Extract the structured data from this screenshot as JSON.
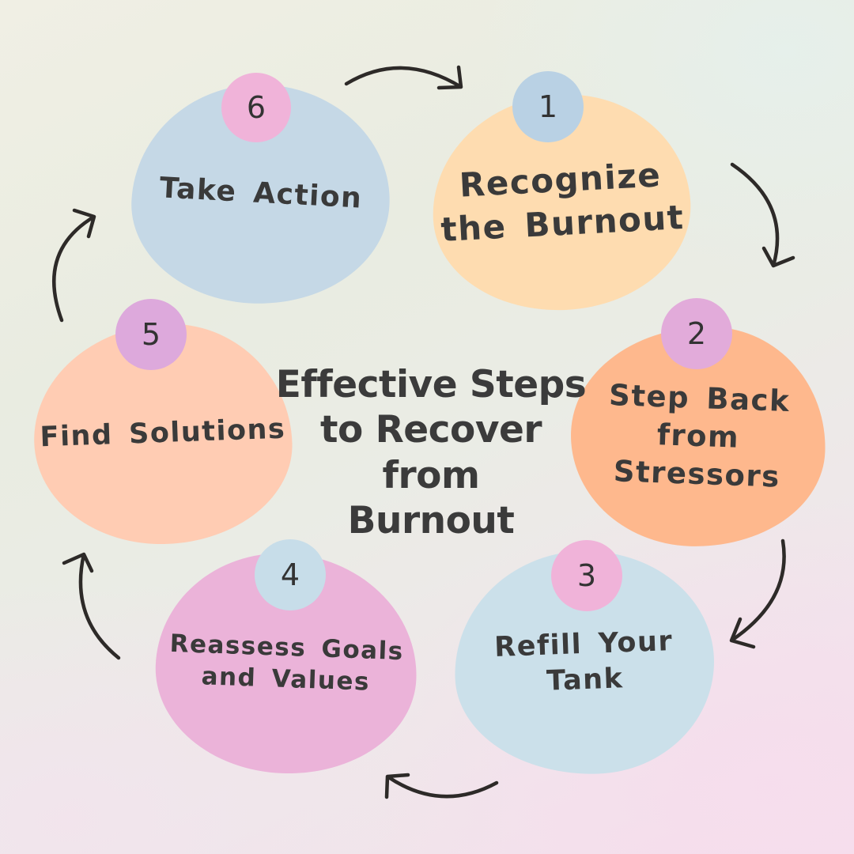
{
  "title": {
    "text": "Effective Steps to Recover from Burnout",
    "lines": [
      "Effective Steps",
      "to Recover from",
      "Burnout"
    ],
    "color": "#3b3b3b"
  },
  "steps": [
    {
      "number": "1",
      "label": "Recognize the Burnout",
      "lines": [
        "Recognize",
        "the Burnout"
      ],
      "blob_color": "#fedcb0",
      "badge_color": "#b9d1e4",
      "text_color": "#3a3a3a"
    },
    {
      "number": "2",
      "label": "Step Back from Stressors",
      "lines": [
        "Step Back",
        "from Stressors"
      ],
      "blob_color": "#feb88d",
      "badge_color": "#e2abda",
      "text_color": "#3a3a3a"
    },
    {
      "number": "3",
      "label": "Refill Your Tank",
      "lines": [
        "Refill Your Tank"
      ],
      "blob_color": "#cbe0ea",
      "badge_color": "#f0b3d9",
      "text_color": "#3a3a3a"
    },
    {
      "number": "4",
      "label": "Reassess Goals and Values",
      "lines": [
        "Reassess Goals",
        "and Values"
      ],
      "blob_color": "#ebb3d9",
      "badge_color": "#c7dde9",
      "text_color": "#3a3a3a"
    },
    {
      "number": "5",
      "label": "Find Solutions",
      "lines": [
        "Find Solutions"
      ],
      "blob_color": "#ffccb3",
      "badge_color": "#dda9dc",
      "text_color": "#3a3a3a"
    },
    {
      "number": "6",
      "label": "Take Action",
      "lines": [
        "Take Action"
      ],
      "blob_color": "#c5d8e6",
      "badge_color": "#f0b3d9",
      "text_color": "#3a3a3a"
    }
  ],
  "arrows": {
    "color": "#2d2a28",
    "sequence": [
      "6-to-1",
      "1-to-2",
      "2-to-3",
      "3-to-4",
      "4-to-5",
      "5-to-6"
    ]
  },
  "background": {
    "top_left": "#f0efe4",
    "top_right": "#e7efea",
    "bottom_left": "#f2e4ec",
    "bottom_right": "#f5dfec"
  }
}
